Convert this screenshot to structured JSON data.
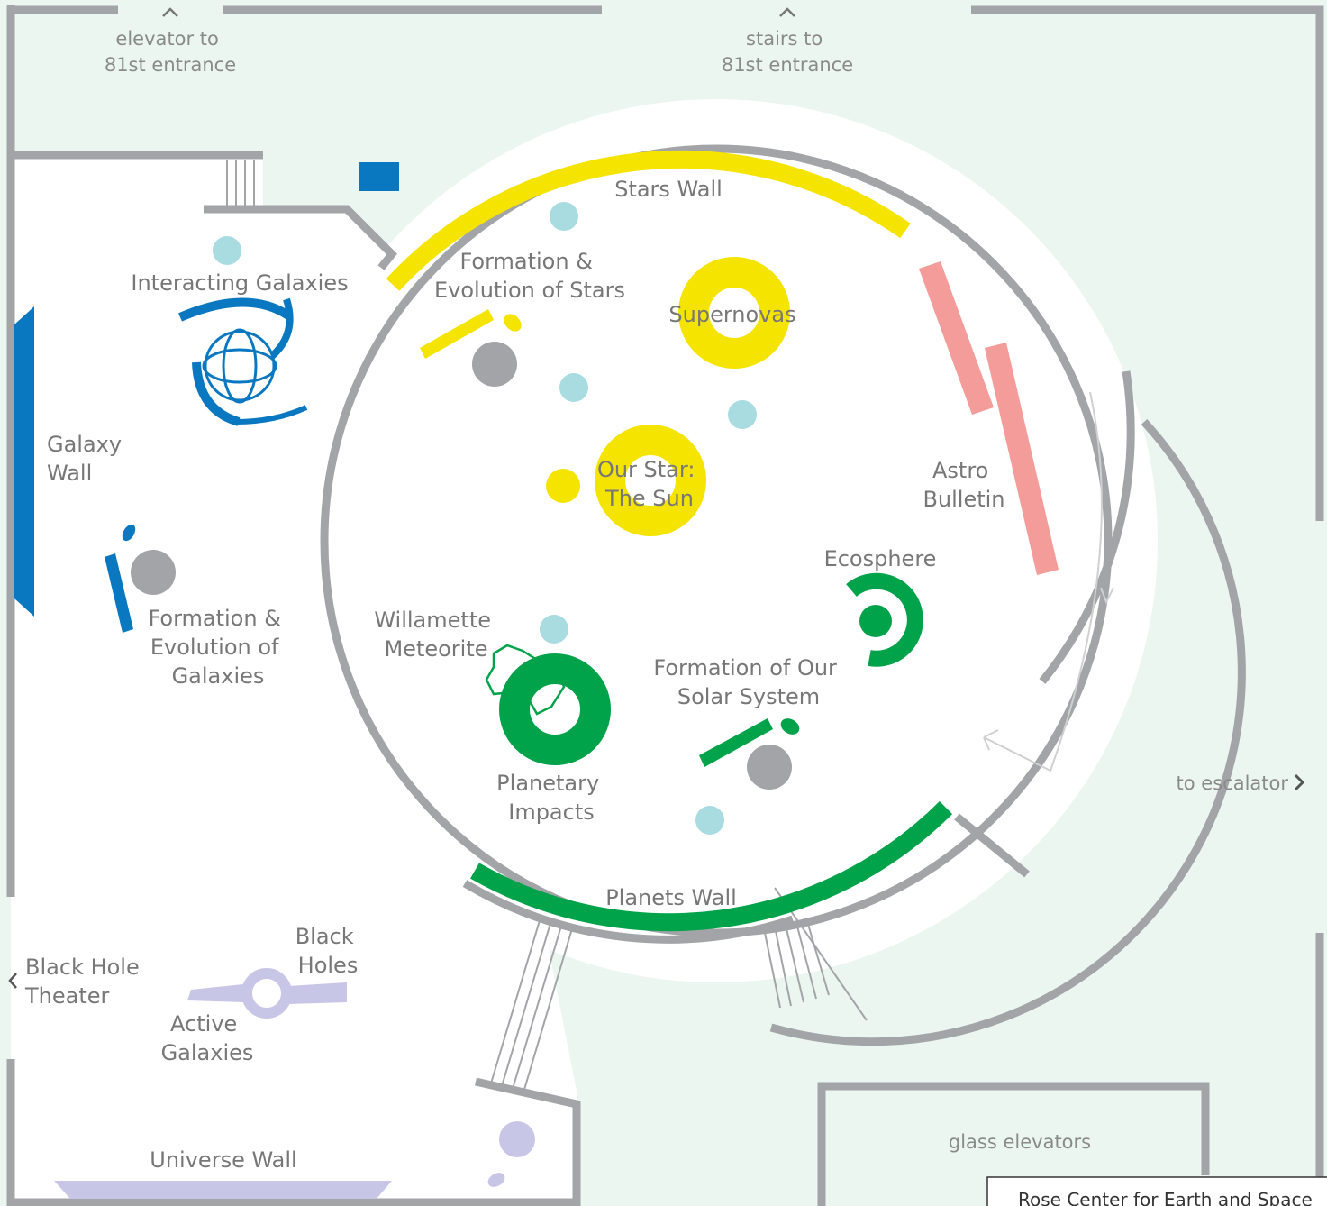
{
  "map": {
    "nav": {
      "elevator_81st": [
        "elevator to",
        "81st entrance"
      ],
      "stairs_81st": [
        "stairs to",
        "81st entrance"
      ],
      "to_escalator": "to escalator",
      "glass_elevators": "glass elevators"
    },
    "exhibits": {
      "stars_wall": "Stars Wall",
      "formation_stars": [
        "Formation &",
        "Evolution of Stars"
      ],
      "supernovas": "Supernovas",
      "our_star": [
        "Our Star:",
        "The Sun"
      ],
      "interacting_galaxies": "Interacting Galaxies",
      "galaxy_wall": [
        "Galaxy",
        "Wall"
      ],
      "formation_galaxies": [
        "Formation &",
        "Evolution of",
        "Galaxies"
      ],
      "astro_bulletin": [
        "Astro",
        "Bulletin"
      ],
      "ecosphere": "Ecosphere",
      "willamette": [
        "Willamette",
        "Meteorite"
      ],
      "formation_solar": [
        "Formation of Our",
        "Solar System"
      ],
      "planetary_impacts": [
        "Planetary",
        "Impacts"
      ],
      "planets_wall": "Planets Wall",
      "black_hole_theater": [
        "Black Hole",
        "Theater"
      ],
      "black_holes": [
        "Black",
        "Holes"
      ],
      "active_galaxies": [
        "Active",
        "Galaxies"
      ],
      "universe_wall": "Universe Wall"
    },
    "footer_label": "Rose Center for Earth and Space",
    "colors": {
      "yellow_stars": "#f5e400",
      "blue_galaxies": "#0a78c0",
      "green_planets": "#00a24a",
      "pink_bulletin": "#f39c9a",
      "lavender_universe": "#c8c6e6",
      "cyan_stations": "#a8dce0",
      "gray_elements": "#a3a4a7",
      "mint_corridor": "#ebf6f0",
      "wall_gray": "#a3a4a7"
    },
    "icons": [
      "chevron-up-icon",
      "chevron-right-icon",
      "chevron-left-icon"
    ]
  }
}
